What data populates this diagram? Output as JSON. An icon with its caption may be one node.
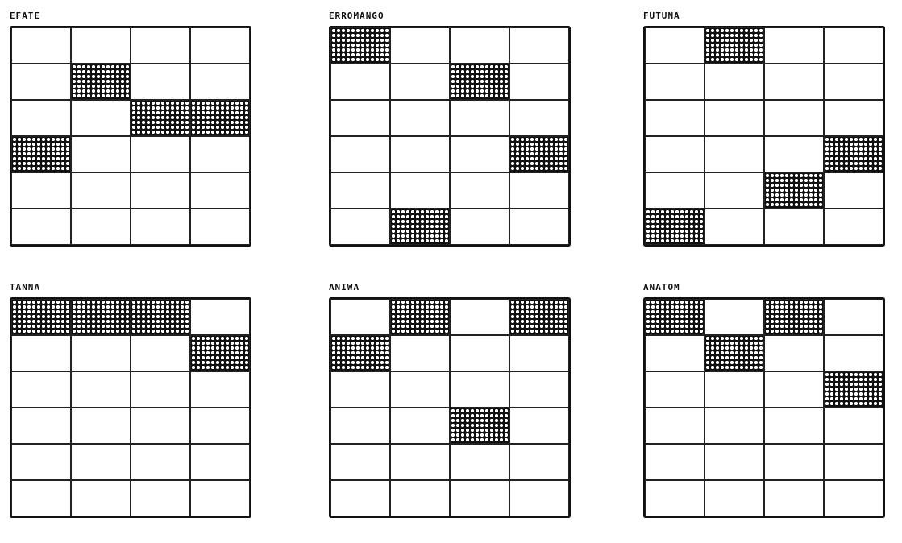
{
  "diagram": {
    "nodes": [
      {
        "text": [
          "EFATE"
        ]
      },
      {
        "text": [
          "ERROMANGO"
        ]
      },
      {
        "text": [
          "FUTUNA"
        ]
      },
      {
        "text": [
          "TANNA"
        ]
      },
      {
        "text": [
          "ANIWA"
        ]
      },
      {
        "text": [
          "ANATOM"
        ]
      }
    ]
  }
}
